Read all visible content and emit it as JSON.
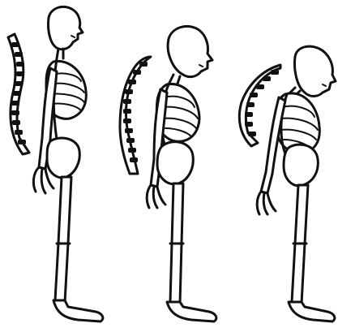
{
  "illustration": {
    "subject": "posture-progression",
    "figures": [
      {
        "id": "upright"
      },
      {
        "id": "mild-kyphosis"
      },
      {
        "id": "severe-kyphosis"
      }
    ],
    "colors": {
      "ink": "#111111",
      "background": "#ffffff"
    }
  }
}
